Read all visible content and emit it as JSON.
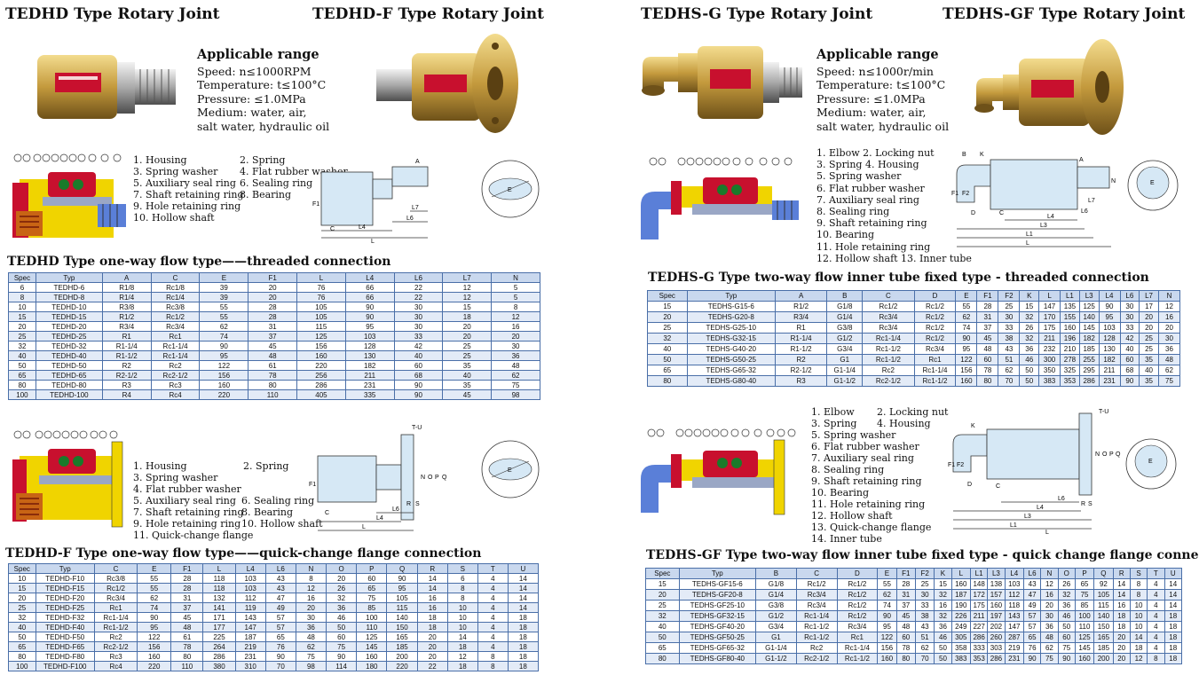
{
  "titles": {
    "tedhd": "TEDHD Type Rotary Joint",
    "tedhd_f": "TEDHD-F Type Rotary Joint",
    "tedhs_g": "TEDHS-G Type Rotary Joint",
    "tedhs_gf": "TEDHS-GF Type Rotary Joint"
  },
  "range_left": {
    "heading": "Applicable range",
    "speed": "Speed:  n≤1000RPM",
    "temp": "Temperature:  t≤100°C",
    "pressure": "Pressure:  ≤1.0MPa",
    "medium1": "Medium:  water, air,",
    "medium2": "salt water, hydraulic oil"
  },
  "range_right": {
    "heading": "Applicable range",
    "speed": "Speed:  n≤1000r/min",
    "temp": "Temperature:  t≤100°C",
    "pressure": "Pressure:  ≤1.0MPa",
    "medium1": "Medium:  water, air,",
    "medium2": "salt water, hydraulic oil"
  },
  "parts_tedhd": [
    "1. Housing",
    "2. Spring",
    "3. Spring washer",
    "4. Flat rubber washer",
    "5. Auxiliary seal ring",
    "6. Sealing ring",
    "7. Shaft retaining ring",
    "8. Bearing",
    "9. Hole retaining ring",
    "10. Hollow shaft"
  ],
  "parts_tedhd_f": [
    "1. Housing",
    "2. Spring",
    "3. Spring washer",
    "4. Flat rubber washer",
    "5. Auxiliary seal ring",
    "6. Sealing ring",
    "7. Shaft retaining ring",
    "8. Bearing",
    "9. Hole retaining ring",
    "10. Hollow shaft",
    "11. Quick-change flange"
  ],
  "parts_tedhs_g": [
    "1. Elbow  2. Locking nut",
    "3. Spring  4. Housing",
    "5. Spring washer",
    "6. Flat rubber washer",
    "7. Auxiliary seal ring",
    "8. Sealing ring",
    "9. Shaft retaining ring",
    "10. Bearing",
    "11. Hole retaining ring",
    "12. Hollow shaft  13. Inner tube"
  ],
  "parts_tedhs_gf": [
    "1. Elbow",
    "2. Locking nut",
    "3. Spring",
    "4. Housing",
    "5. Spring washer",
    "6. Flat rubber washer",
    "7. Auxiliary seal ring",
    "8. Sealing ring",
    "9. Shaft retaining ring",
    "10. Bearing",
    "11. Hole retaining ring",
    "12. Hollow shaft",
    "13. Quick-change flange",
    "14. Inner tube"
  ],
  "sections": {
    "tedhd": "TEDHD Type one-way flow type——threaded connection",
    "tedhd_f": "TEDHD-F Type one-way flow type——quick-change flange connection",
    "tedhs_g": "TEDHS-G Type two-way flow inner tube fixed type - threaded connection",
    "tedhs_gf": "TEDHS-GF Type two-way flow inner tube fixed type - quick change flange connection"
  },
  "table_tedhd": {
    "headers": [
      "Spec",
      "Typ",
      "A",
      "C",
      "E",
      "F1",
      "L",
      "L4",
      "L6",
      "L7",
      "N"
    ],
    "rows": [
      [
        "6",
        "TEDHD-6",
        "R1/8",
        "Rc1/8",
        "39",
        "20",
        "76",
        "66",
        "22",
        "12",
        "5"
      ],
      [
        "8",
        "TEDHD-8",
        "R1/4",
        "Rc1/4",
        "39",
        "20",
        "76",
        "66",
        "22",
        "12",
        "5"
      ],
      [
        "10",
        "TEDHD-10",
        "R3/8",
        "Rc3/8",
        "55",
        "28",
        "105",
        "90",
        "30",
        "15",
        "8"
      ],
      [
        "15",
        "TEDHD-15",
        "R1/2",
        "Rc1/2",
        "55",
        "28",
        "105",
        "90",
        "30",
        "18",
        "12"
      ],
      [
        "20",
        "TEDHD-20",
        "R3/4",
        "Rc3/4",
        "62",
        "31",
        "115",
        "95",
        "30",
        "20",
        "16"
      ],
      [
        "25",
        "TEDHD-25",
        "R1",
        "Rc1",
        "74",
        "37",
        "125",
        "103",
        "33",
        "20",
        "20"
      ],
      [
        "32",
        "TEDHD-32",
        "R1-1/4",
        "Rc1-1/4",
        "90",
        "45",
        "156",
        "128",
        "42",
        "25",
        "30"
      ],
      [
        "40",
        "TEDHD-40",
        "R1-1/2",
        "Rc1-1/4",
        "95",
        "48",
        "160",
        "130",
        "40",
        "25",
        "36"
      ],
      [
        "50",
        "TEDHD-50",
        "R2",
        "Rc2",
        "122",
        "61",
        "220",
        "182",
        "60",
        "35",
        "48"
      ],
      [
        "65",
        "TEDHD-65",
        "R2-1/2",
        "Rc2-1/2",
        "156",
        "78",
        "256",
        "211",
        "68",
        "40",
        "62"
      ],
      [
        "80",
        "TEDHD-80",
        "R3",
        "Rc3",
        "160",
        "80",
        "286",
        "231",
        "90",
        "35",
        "75"
      ],
      [
        "100",
        "TEDHD-100",
        "R4",
        "Rc4",
        "220",
        "110",
        "405",
        "335",
        "90",
        "45",
        "98"
      ]
    ]
  },
  "table_tedhd_f": {
    "headers": [
      "Spec",
      "Typ",
      "C",
      "E",
      "F1",
      "L",
      "L4",
      "L6",
      "N",
      "O",
      "P",
      "Q",
      "R",
      "S",
      "T",
      "U"
    ],
    "rows": [
      [
        "10",
        "TEDHD-F10",
        "Rc3/8",
        "55",
        "28",
        "118",
        "103",
        "43",
        "8",
        "20",
        "60",
        "90",
        "14",
        "6",
        "4",
        "14"
      ],
      [
        "15",
        "TEDHD-F15",
        "Rc1/2",
        "55",
        "28",
        "118",
        "103",
        "43",
        "12",
        "26",
        "65",
        "95",
        "14",
        "8",
        "4",
        "14"
      ],
      [
        "20",
        "TEDHD-F20",
        "Rc3/4",
        "62",
        "31",
        "132",
        "112",
        "47",
        "16",
        "32",
        "75",
        "105",
        "16",
        "8",
        "4",
        "14"
      ],
      [
        "25",
        "TEDHD-F25",
        "Rc1",
        "74",
        "37",
        "141",
        "119",
        "49",
        "20",
        "36",
        "85",
        "115",
        "16",
        "10",
        "4",
        "14"
      ],
      [
        "32",
        "TEDHD-F32",
        "Rc1-1/4",
        "90",
        "45",
        "171",
        "143",
        "57",
        "30",
        "46",
        "100",
        "140",
        "18",
        "10",
        "4",
        "18"
      ],
      [
        "40",
        "TEDHD-F40",
        "Rc1-1/2",
        "95",
        "48",
        "177",
        "147",
        "57",
        "36",
        "50",
        "110",
        "150",
        "18",
        "10",
        "4",
        "18"
      ],
      [
        "50",
        "TEDHD-F50",
        "Rc2",
        "122",
        "61",
        "225",
        "187",
        "65",
        "48",
        "60",
        "125",
        "165",
        "20",
        "14",
        "4",
        "18"
      ],
      [
        "65",
        "TEDHD-F65",
        "Rc2-1/2",
        "156",
        "78",
        "264",
        "219",
        "76",
        "62",
        "75",
        "145",
        "185",
        "20",
        "18",
        "4",
        "18"
      ],
      [
        "80",
        "TEDHD-F80",
        "Rc3",
        "160",
        "80",
        "286",
        "231",
        "90",
        "75",
        "90",
        "160",
        "200",
        "20",
        "12",
        "8",
        "18"
      ],
      [
        "100",
        "TEDHD-F100",
        "Rc4",
        "220",
        "110",
        "380",
        "310",
        "70",
        "98",
        "114",
        "180",
        "220",
        "22",
        "18",
        "8",
        "18"
      ]
    ]
  },
  "table_tedhs_g": {
    "headers": [
      "Spec",
      "Typ",
      "A",
      "B",
      "C",
      "D",
      "E",
      "F1",
      "F2",
      "K",
      "L",
      "L1",
      "L3",
      "L4",
      "L6",
      "L7",
      "N"
    ],
    "rows": [
      [
        "15",
        "TEDHS-G15-6",
        "R1/2",
        "G1/8",
        "Rc1/2",
        "Rc1/2",
        "55",
        "28",
        "25",
        "15",
        "147",
        "135",
        "125",
        "90",
        "30",
        "17",
        "12"
      ],
      [
        "20",
        "TEDHS-G20-8",
        "R3/4",
        "G1/4",
        "Rc3/4",
        "Rc1/2",
        "62",
        "31",
        "30",
        "32",
        "170",
        "155",
        "140",
        "95",
        "30",
        "20",
        "16"
      ],
      [
        "25",
        "TEDHS-G25-10",
        "R1",
        "G3/8",
        "Rc3/4",
        "Rc1/2",
        "74",
        "37",
        "33",
        "26",
        "175",
        "160",
        "145",
        "103",
        "33",
        "20",
        "20"
      ],
      [
        "32",
        "TEDHS-G32-15",
        "R1-1/4",
        "G1/2",
        "Rc1-1/4",
        "Rc1/2",
        "90",
        "45",
        "38",
        "32",
        "211",
        "196",
        "182",
        "128",
        "42",
        "25",
        "30"
      ],
      [
        "40",
        "TEDHS-G40-20",
        "R1-1/2",
        "G3/4",
        "Rc1-1/2",
        "Rc3/4",
        "95",
        "48",
        "43",
        "36",
        "232",
        "210",
        "185",
        "130",
        "40",
        "25",
        "36"
      ],
      [
        "50",
        "TEDHS-G50-25",
        "R2",
        "G1",
        "Rc1-1/2",
        "Rc1",
        "122",
        "60",
        "51",
        "46",
        "300",
        "278",
        "255",
        "182",
        "60",
        "35",
        "48"
      ],
      [
        "65",
        "TEDHS-G65-32",
        "R2-1/2",
        "G1-1/4",
        "Rc2",
        "Rc1-1/4",
        "156",
        "78",
        "62",
        "50",
        "350",
        "325",
        "295",
        "211",
        "68",
        "40",
        "62"
      ],
      [
        "80",
        "TEDHS-G80-40",
        "R3",
        "G1-1/2",
        "Rc2-1/2",
        "Rc1-1/2",
        "160",
        "80",
        "70",
        "50",
        "383",
        "353",
        "286",
        "231",
        "90",
        "35",
        "75"
      ]
    ]
  },
  "table_tedhs_gf": {
    "headers": [
      "Spec",
      "Typ",
      "B",
      "C",
      "D",
      "E",
      "F1",
      "F2",
      "K",
      "L",
      "L1",
      "L3",
      "L4",
      "L6",
      "N",
      "O",
      "P",
      "Q",
      "R",
      "S",
      "T",
      "U"
    ],
    "rows": [
      [
        "15",
        "TEDHS-GF15-6",
        "G1/8",
        "Rc1/2",
        "Rc1/2",
        "55",
        "28",
        "25",
        "15",
        "160",
        "148",
        "138",
        "103",
        "43",
        "12",
        "26",
        "65",
        "92",
        "14",
        "8",
        "4",
        "14"
      ],
      [
        "20",
        "TEDHS-GF20-8",
        "G1/4",
        "Rc3/4",
        "Rc1/2",
        "62",
        "31",
        "30",
        "32",
        "187",
        "172",
        "157",
        "112",
        "47",
        "16",
        "32",
        "75",
        "105",
        "14",
        "8",
        "4",
        "14"
      ],
      [
        "25",
        "TEDHS-GF25-10",
        "G3/8",
        "Rc3/4",
        "Rc1/2",
        "74",
        "37",
        "33",
        "16",
        "190",
        "175",
        "160",
        "118",
        "49",
        "20",
        "36",
        "85",
        "115",
        "16",
        "10",
        "4",
        "14"
      ],
      [
        "32",
        "TEDHS-GF32-15",
        "G1/2",
        "Rc1-1/4",
        "Rc1/2",
        "90",
        "45",
        "38",
        "32",
        "226",
        "211",
        "197",
        "143",
        "57",
        "30",
        "46",
        "100",
        "140",
        "18",
        "10",
        "4",
        "18"
      ],
      [
        "40",
        "TEDHS-GF40-20",
        "G3/4",
        "Rc1-1/2",
        "Rc3/4",
        "95",
        "48",
        "43",
        "36",
        "249",
        "227",
        "202",
        "147",
        "57",
        "36",
        "50",
        "110",
        "150",
        "18",
        "10",
        "4",
        "18"
      ],
      [
        "50",
        "TEDHS-GF50-25",
        "G1",
        "Rc1-1/2",
        "Rc1",
        "122",
        "60",
        "51",
        "46",
        "305",
        "286",
        "260",
        "287",
        "65",
        "48",
        "60",
        "125",
        "165",
        "20",
        "14",
        "4",
        "18"
      ],
      [
        "65",
        "TEDHS-GF65-32",
        "G1-1/4",
        "Rc2",
        "Rc1-1/4",
        "156",
        "78",
        "62",
        "50",
        "358",
        "333",
        "303",
        "219",
        "76",
        "62",
        "75",
        "145",
        "185",
        "20",
        "18",
        "4",
        "18"
      ],
      [
        "80",
        "TEDHS-GF80-40",
        "G1-1/2",
        "Rc2-1/2",
        "Rc1-1/2",
        "160",
        "80",
        "70",
        "50",
        "383",
        "353",
        "286",
        "231",
        "90",
        "75",
        "90",
        "160",
        "200",
        "20",
        "12",
        "8",
        "18"
      ]
    ]
  },
  "dims_tedhd": [
    "A",
    "F1",
    "L7",
    "L6",
    "L4",
    "L",
    "C",
    "E"
  ],
  "dims_tedhd_f": [
    "T-U",
    "F1",
    "N",
    "O",
    "P",
    "Q",
    "L",
    "L4",
    "L6",
    "R",
    "S",
    "C",
    "E"
  ],
  "dims_tedhs_g": [
    "B",
    "K",
    "A",
    "F1",
    "F2",
    "N",
    "L7",
    "L6",
    "L4",
    "L3",
    "L1",
    "L",
    "D",
    "C",
    "E"
  ],
  "dims_tedhs_gf": [
    "T-U",
    "K",
    "F1",
    "F2",
    "N",
    "O",
    "P",
    "Q",
    "D",
    "C",
    "R",
    "S",
    "L6",
    "L4",
    "L3",
    "L1",
    "L",
    "E"
  ],
  "colors": {
    "table_border": "#4a6fa8",
    "table_header": "#c9d8ee",
    "table_stripe": "#e3ebf7",
    "brass": "#c9a24a",
    "housing_red": "#c8102e",
    "seal_yellow": "#f0d400",
    "shaft_blue": "#5a7fd8"
  }
}
